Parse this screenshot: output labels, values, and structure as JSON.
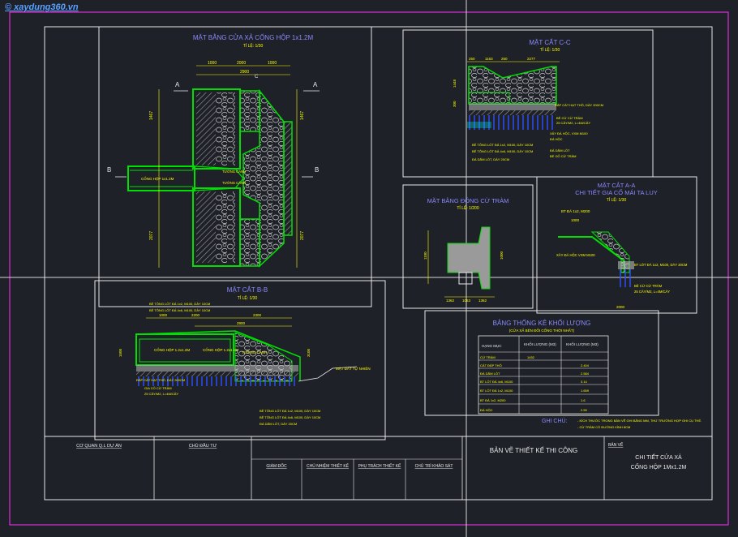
{
  "watermark": "© xaydung360.vn",
  "colors": {
    "bg": "#1e2127",
    "frame": "#e8e8e8",
    "magenta": "#ff30ff",
    "title": "#8a8aff",
    "yellow": "#ffff00",
    "green": "#00e000",
    "concrete": "#b8b8b8",
    "cyan": "#00ffff",
    "blue": "#3050ff"
  },
  "plan": {
    "title": "MẶT BẰNG CỬA XẢ CỐNG HỘP 1x1.2M",
    "scale": "TỈ LỆ: 1/30",
    "dims": [
      "1000",
      "2000",
      "1000",
      "2900",
      "1467",
      "2077",
      "1467",
      "2077"
    ],
    "labels": {
      "pipe": "CỐNG HỘP 1x1.2M",
      "wall": "TƯỜNG CÁNH",
      "walls": "TƯỜNG CÁNH",
      "a": "A",
      "b": "B",
      "c": "C"
    }
  },
  "section_cc": {
    "title": "MẶT CẮT C-C",
    "scale": "TỈ LỆ: 1/30",
    "dims": [
      "250",
      "1163",
      "250",
      "2277",
      "1448",
      "300"
    ],
    "notes_right": [
      "ĐẮP CÁT HẠT THÔ, DÀY 200CM",
      "BÊ CỪ CỪ TRÀM",
      "ĐÁ HỘC",
      "XÂY ĐÁ HỘC, VXM M100",
      "ĐÁ DĂM LÓT",
      "BỂ GỖ CỪ TRÀM",
      "25 CÂY/M2, L=4M/CÂY"
    ],
    "notes_left": [
      "BÊ TÔNG LÓT ĐÁ 1x2, M100, DÀY 10CM",
      "BÊ TÔNG LÓT ĐÁ 4x6, M100, DÀY 10CM",
      "ĐÁ DĂM LÓT, DÀY 20CM"
    ]
  },
  "plan_piles": {
    "title": "MẶT BẰNG ĐÓNG CỪ TRÀM",
    "scale": "TỈ LỆ: 1/200",
    "dims": [
      "1362",
      "1063",
      "1362",
      "1100",
      "1000"
    ]
  },
  "section_aa": {
    "title": "MẶT CẮT A-A",
    "subtitle": "CHI TIẾT GIA CỐ MÁI TA LUY",
    "scale": "TỈ LỆ: 1/30",
    "notes": [
      "BT ĐÁ 1x2, M200",
      "1000",
      "XÂY ĐÁ HỘC VXM M100",
      "BT LÓT ĐÁ 1x2, M100, DÀY 20CM",
      "BÊ CỪ CỪ TRÀM",
      "25 CÂY/M2, L=4M/CÂY",
      "2000"
    ]
  },
  "section_bb": {
    "title": "MẶT CẮT B-B",
    "scale": "TỈ LỆ: 1/30",
    "dims": [
      "1000",
      "2200",
      "2300",
      "2900",
      "1500",
      "3100"
    ],
    "notes": [
      "BÊ TÔNG LÓT ĐÁ 1x2, M100, DÀY 10CM",
      "BÊ TÔNG LÓT ĐÁ 4x6, M100, DÀY 10CM",
      "CỐNG HỘP 1.2x1.2M",
      "CỐNG HỘP 1.2x1.2M",
      "TƯỜNG CÁNH",
      "MẶT ĐẤT TỰ NHIÊN",
      "ĐẮP CÁT HẠT THÔ, DÀY 200CM",
      "GIA CỐ CỪ TRÀM",
      "25 CÂY/M2, L=4M/CÂY",
      "BÊ TÔNG LÓT ĐÁ 1x2, M100, DÀY 10CM",
      "BÊ TÔNG LÓT ĐÁ 4x6, M100, DÀY 10CM",
      "ĐÁ DĂM LÓT, DÀY 20CM"
    ]
  },
  "table": {
    "title": "BẢNG THỐNG KÊ KHỐI LƯỢNG",
    "subtitle": "(CỬA XẢ BÊN ĐỐI CỐNG THỜI NHẤT)",
    "headers": [
      "HẠNG MỤC",
      "KHỐI LƯỢNG\n(M3)",
      "KHỐI LƯỢNG\n(M3)"
    ],
    "rows": [
      [
        "CỪ TRÀM",
        "1452",
        ""
      ],
      [
        "CÁT ĐẮP THÔ",
        "",
        "2.404"
      ],
      [
        "ĐÁ DĂM LÓT",
        "",
        "2.584"
      ],
      [
        "BT LÓT ĐÁ 4x6, M100",
        "",
        "3.14"
      ],
      [
        "BT LÓT ĐÁ 1x2, M100",
        "",
        "1.659"
      ],
      [
        "BT ĐÁ 1x2, M200",
        "",
        "1.6"
      ],
      [
        "ĐÁ HỘC",
        "",
        "2.59"
      ]
    ]
  },
  "notes": {
    "heading": "GHI CHÚ:",
    "lines": [
      "- KÍCH THƯỚC TRONG BẢN VẼ GHI BẰNG MM, THỨ TRƯỜNG HỢP GHI CỤ THỂ.",
      "- CỪ TRÀM CÓ ĐƯỜNG KÍNH 8CM"
    ]
  },
  "titleblock": {
    "agency": "CƠ QUAN Q.L DỰ ÁN",
    "investor": "CHỦ ĐẦU TƯ",
    "director": "GIÁM ĐỐC",
    "manager": "CHỦ NHIỆM THIẾT KẾ",
    "designer": "PHỤ TRÁCH THIẾT KẾ",
    "surveyor": "CHỦ TRÌ KHẢO SÁT",
    "drawing": "BẢN VẼ THIẾT KẾ THI CÔNG",
    "drawing_label": "BẢN VẼ",
    "name_line1": "CHI TIẾT CỬA XẢ",
    "name_line2": "CỐNG HỘP 1Mx1.2M"
  }
}
